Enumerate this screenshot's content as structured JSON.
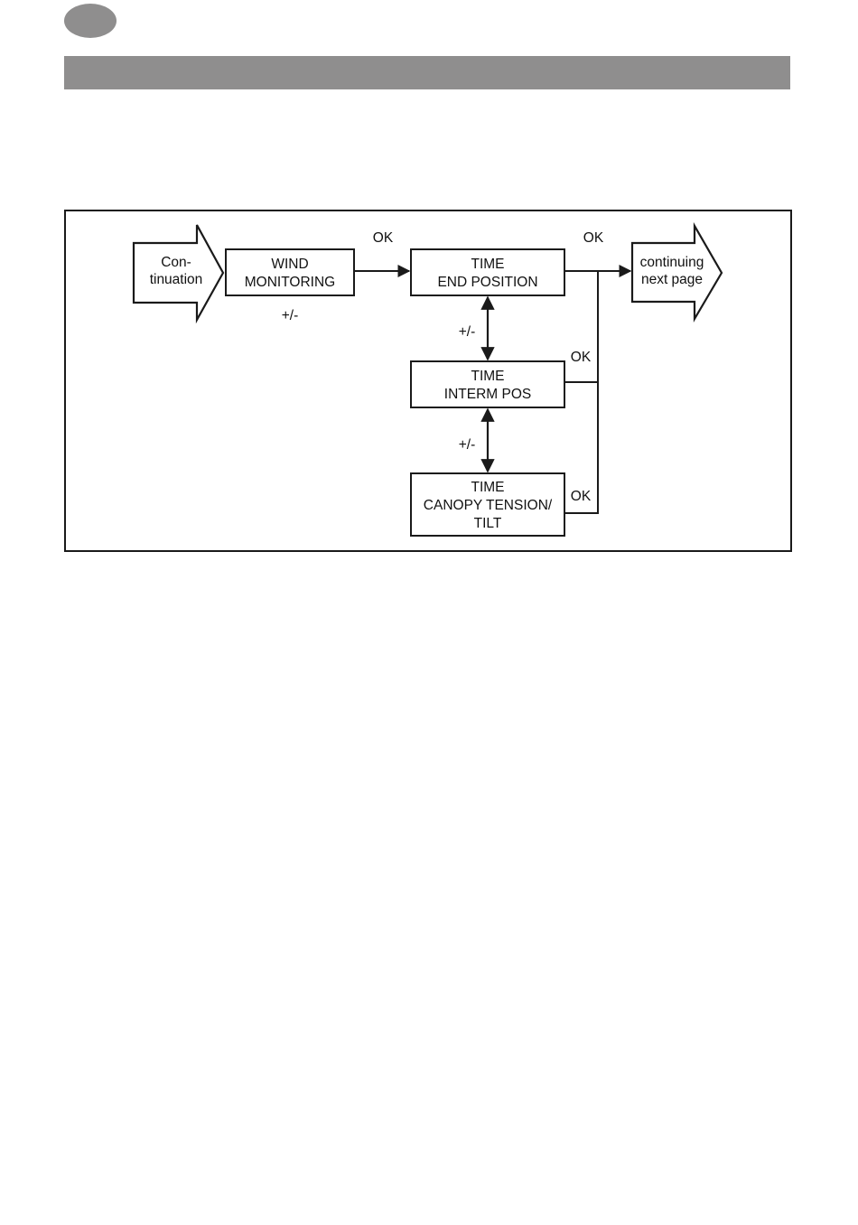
{
  "colors": {
    "header_bar": "#8f8e8e",
    "page_marker": "#8f8e8e",
    "line": "#1a1a1a"
  },
  "diagram": {
    "entry_arrow": {
      "line1": "Con-",
      "line2": "tinuation"
    },
    "exit_arrow": {
      "line1": "continuing",
      "line2": "next page"
    },
    "nodes": {
      "wind_monitoring": {
        "line1": "WIND",
        "line2": "MONITORING"
      },
      "time_end_position": {
        "line1": "TIME",
        "line2": "END POSITION"
      },
      "time_interm_pos": {
        "line1": "TIME",
        "line2": "INTERM POS"
      },
      "time_canopy_tension": {
        "line1": "TIME",
        "line2": "CANOPY TENSION/",
        "line3": "TILT"
      }
    },
    "labels": {
      "ok_to_end_position": "OK",
      "plus_minus_wind": "+/-",
      "ok_to_next_page": "OK",
      "plus_minus_end_interm": "+/-",
      "ok_interm": "OK",
      "plus_minus_interm_canopy": "+/-",
      "ok_canopy": "OK"
    }
  }
}
